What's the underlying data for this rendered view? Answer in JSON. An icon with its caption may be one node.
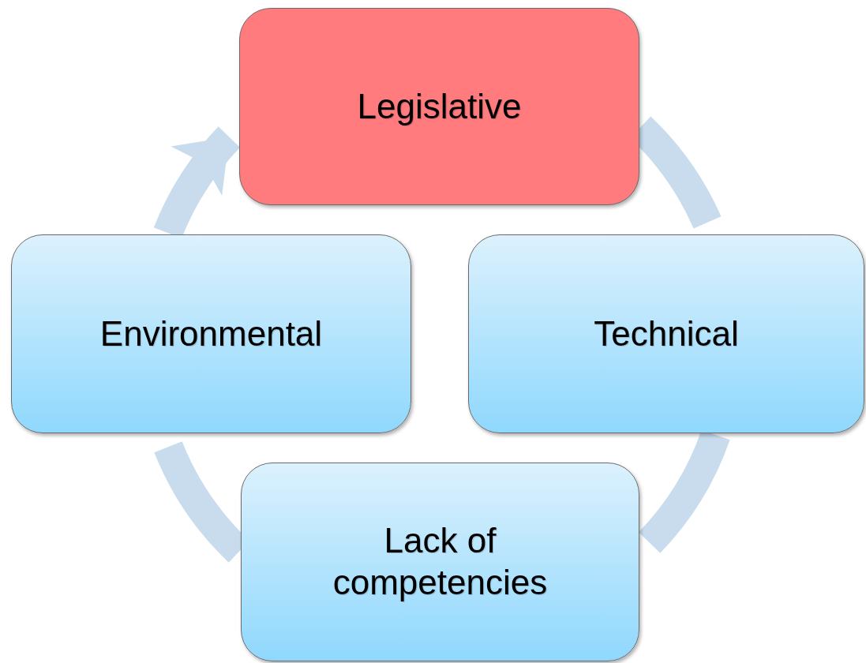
{
  "diagram": {
    "nodes": [
      {
        "text": [
          "Legislative"
        ]
      },
      {
        "text": [
          "Environmental"
        ]
      },
      {
        "text": [
          "Technical"
        ]
      },
      {
        "text": [
          "Lack of competencies"
        ]
      }
    ],
    "edges": [
      {
        "from": 0,
        "to": 2,
        "arrow": "none"
      },
      {
        "from": 2,
        "to": 3,
        "arrow": "none"
      },
      {
        "from": 3,
        "to": 1,
        "arrow": "none"
      },
      {
        "from": 1,
        "to": 0,
        "arrow": "to"
      }
    ]
  }
}
